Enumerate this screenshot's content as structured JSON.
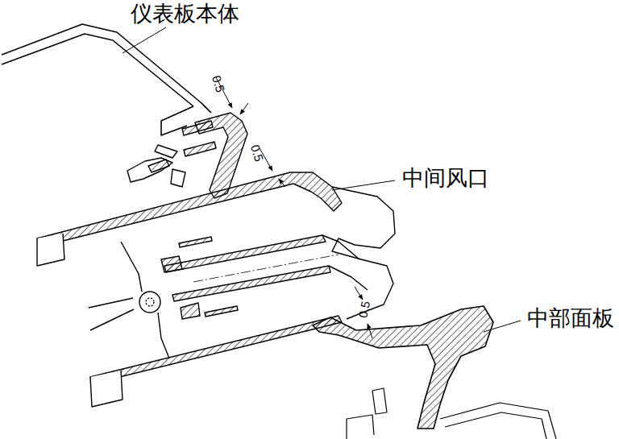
{
  "diagram": {
    "labels": [
      "仪表板本体",
      "中间风口",
      "中部面板",
      "0.5",
      "0.5",
      "0.5"
    ]
  }
}
